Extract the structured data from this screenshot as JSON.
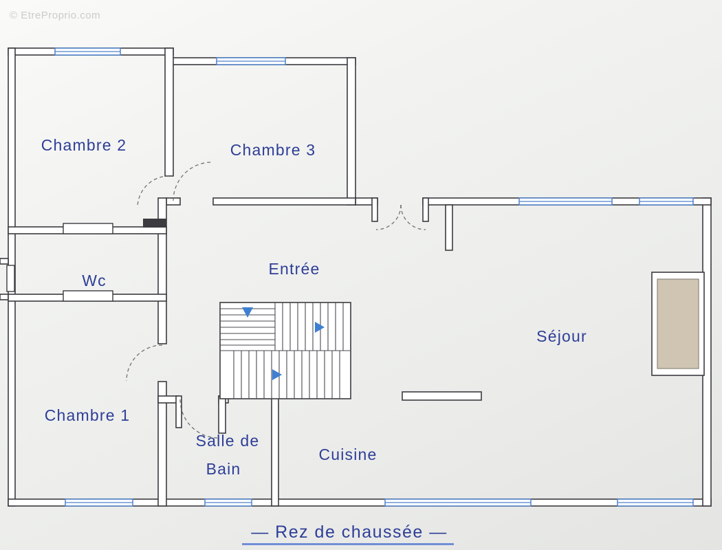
{
  "watermark": "© EtreProprio.com",
  "caption": "— Rez de chaussée —",
  "rooms": {
    "chambre2": "Chambre 2",
    "chambre3": "Chambre 3",
    "entree": "Entrée",
    "wc": "Wc",
    "chambre1": "Chambre 1",
    "salle_de_bain_line1": "Salle de",
    "salle_de_bain_line2": "Bain",
    "cuisine": "Cuisine",
    "sejour": "Séjour"
  },
  "floor_name": "Rez de chaussée",
  "colors": {
    "label_blue": "#2e3e96",
    "wall": "#3b3b40",
    "window_blue": "#4f82cc",
    "stair_arrow_blue": "#3f7fd2",
    "fireplace_fill": "#cfc5b2",
    "paper": "#efefed"
  }
}
